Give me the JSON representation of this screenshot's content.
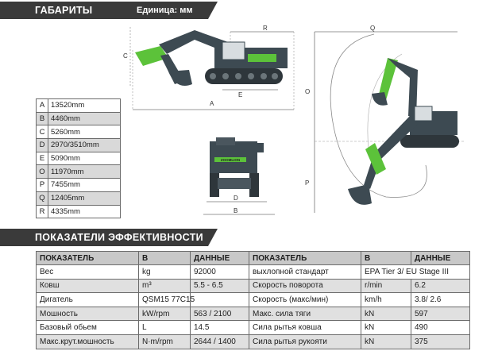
{
  "dimensions_section": {
    "title": "ГАБАРИТЫ",
    "units": "Единица: мм"
  },
  "dimensions": [
    {
      "key": "A",
      "value": "13520mm"
    },
    {
      "key": "B",
      "value": "4460mm"
    },
    {
      "key": "C",
      "value": "5260mm"
    },
    {
      "key": "D",
      "value": "2970/3510mm"
    },
    {
      "key": "E",
      "value": "5090mm"
    },
    {
      "key": "O",
      "value": "11970mm"
    },
    {
      "key": "P",
      "value": "7455mm"
    },
    {
      "key": "Q",
      "value": "12405mm"
    },
    {
      "key": "R",
      "value": "4335mm"
    }
  ],
  "drawing_labels": {
    "side": {
      "a": "A",
      "c": "C",
      "e": "E",
      "r": "R"
    },
    "front": {
      "b": "B",
      "d": "D",
      "brand": "ZOOMLION"
    },
    "reach": {
      "o": "O",
      "p": "P",
      "q": "Q"
    }
  },
  "performance_section": {
    "title": "ПОКАЗАТЕЛИ ЭФФЕКТИВНОСТИ"
  },
  "performance_table": {
    "headers": [
      "ПОКАЗАТЕЛЬ",
      "B",
      "ДАННЫЕ",
      "ПОКАЗАТЕЛЬ",
      "B",
      "ДАННЫЕ"
    ],
    "rows": [
      [
        "Вес",
        "kg",
        "92000",
        "выхлопной стандарт",
        "EPA Tier 3/ EU Stage III",
        ""
      ],
      [
        "Ковш",
        "m³",
        "5.5 - 6.5",
        "Скорость поворота",
        "r/min",
        "6.2"
      ],
      [
        "Дигатель",
        "QSM15 77C15",
        "",
        "Скорость (макс/мин)",
        "km/h",
        "3.8/ 2.6"
      ],
      [
        "Мошность",
        "kW/rpm",
        "563 / 2100",
        "Макс. сила тяги",
        "kN",
        "597"
      ],
      [
        "Базовый обьем",
        "L",
        "14.5",
        "Сила рытья ковша",
        "kN",
        "490"
      ],
      [
        "Макс.крут.мошность",
        "N·m/rpm",
        "2644 / 1400",
        "Сила рытья рукояти",
        "kN",
        "375"
      ]
    ]
  },
  "colors": {
    "accent_green": "#5cc23a",
    "dark": "#3a3a3a",
    "machine": "#3d4a52"
  }
}
